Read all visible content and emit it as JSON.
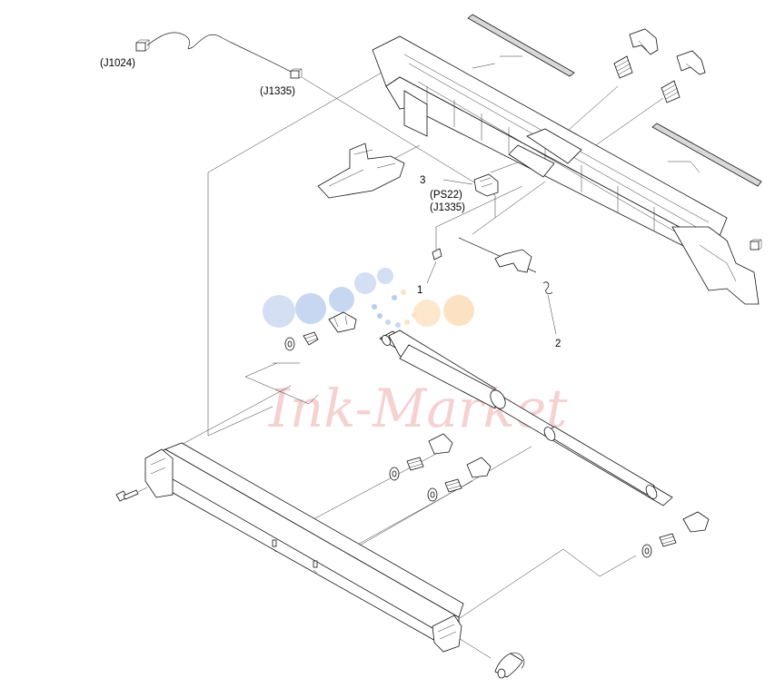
{
  "labels": {
    "j1024": "(J1024)",
    "j1335_top": "(J1335)",
    "callout_3": "3",
    "ps22": "(PS22)",
    "j1335_sensor": "(J1335)",
    "callout_1": "1",
    "callout_2": "2"
  },
  "watermark": {
    "text": "Ink-Market",
    "dot_colors": [
      "#c9d7f0",
      "#b9cdee",
      "#fde2c0",
      "#fbd6a8"
    ]
  }
}
